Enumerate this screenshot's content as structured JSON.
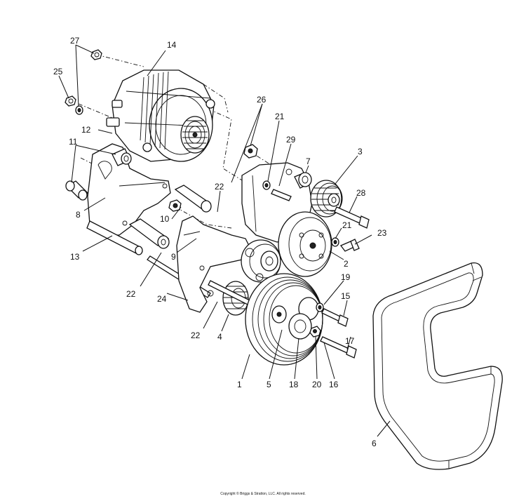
{
  "callouts": [
    {
      "id": "27",
      "label": "27"
    },
    {
      "id": "14",
      "label": "14"
    },
    {
      "id": "25",
      "label": "25"
    },
    {
      "id": "26",
      "label": "26"
    },
    {
      "id": "21a",
      "label": "21"
    },
    {
      "id": "12",
      "label": "12"
    },
    {
      "id": "11",
      "label": "11"
    },
    {
      "id": "29",
      "label": "29"
    },
    {
      "id": "3",
      "label": "3"
    },
    {
      "id": "7",
      "label": "7"
    },
    {
      "id": "22a",
      "label": "22"
    },
    {
      "id": "28",
      "label": "28"
    },
    {
      "id": "8",
      "label": "8"
    },
    {
      "id": "10",
      "label": "10"
    },
    {
      "id": "21b",
      "label": "21"
    },
    {
      "id": "23",
      "label": "23"
    },
    {
      "id": "13",
      "label": "13"
    },
    {
      "id": "9",
      "label": "9"
    },
    {
      "id": "2",
      "label": "2"
    },
    {
      "id": "19",
      "label": "19"
    },
    {
      "id": "22b",
      "label": "22"
    },
    {
      "id": "24",
      "label": "24"
    },
    {
      "id": "15",
      "label": "15"
    },
    {
      "id": "22c",
      "label": "22"
    },
    {
      "id": "4",
      "label": "4"
    },
    {
      "id": "17",
      "label": "17"
    },
    {
      "id": "1",
      "label": "1"
    },
    {
      "id": "5",
      "label": "5"
    },
    {
      "id": "18",
      "label": "18"
    },
    {
      "id": "20",
      "label": "20"
    },
    {
      "id": "16",
      "label": "16"
    },
    {
      "id": "6",
      "label": "6"
    }
  ],
  "copyright": "Copyright © Briggs & Stratton, LLC. All rights reserved."
}
